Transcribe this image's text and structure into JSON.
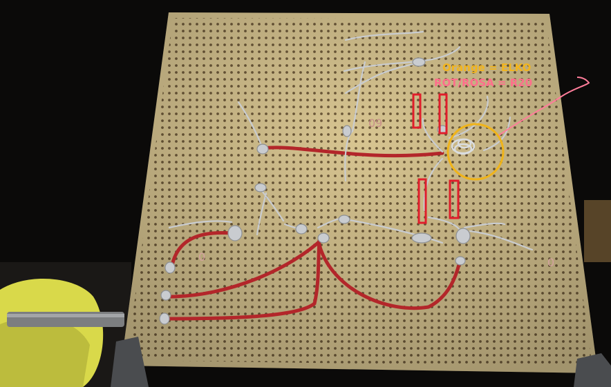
{
  "photo": {
    "subject": "perfboard",
    "annotations": {
      "line1": "Orange = ELKO",
      "line2": "ROT/ROSA = R20",
      "line1_color": "#f2b51e",
      "line2_color": "#ff6e8c",
      "marker_color": "#e01e2b",
      "circle_color": "#f0b41a"
    },
    "board_print": {
      "top": "09",
      "bottom_left": "0",
      "bottom_right": "0"
    },
    "colors": {
      "board": "#d8c591",
      "hole": "#6e5a3a",
      "wire": "#b3262a",
      "solder": "#c9ccd0",
      "background": "#0b0a09",
      "foam": "#d9d94a"
    }
  }
}
